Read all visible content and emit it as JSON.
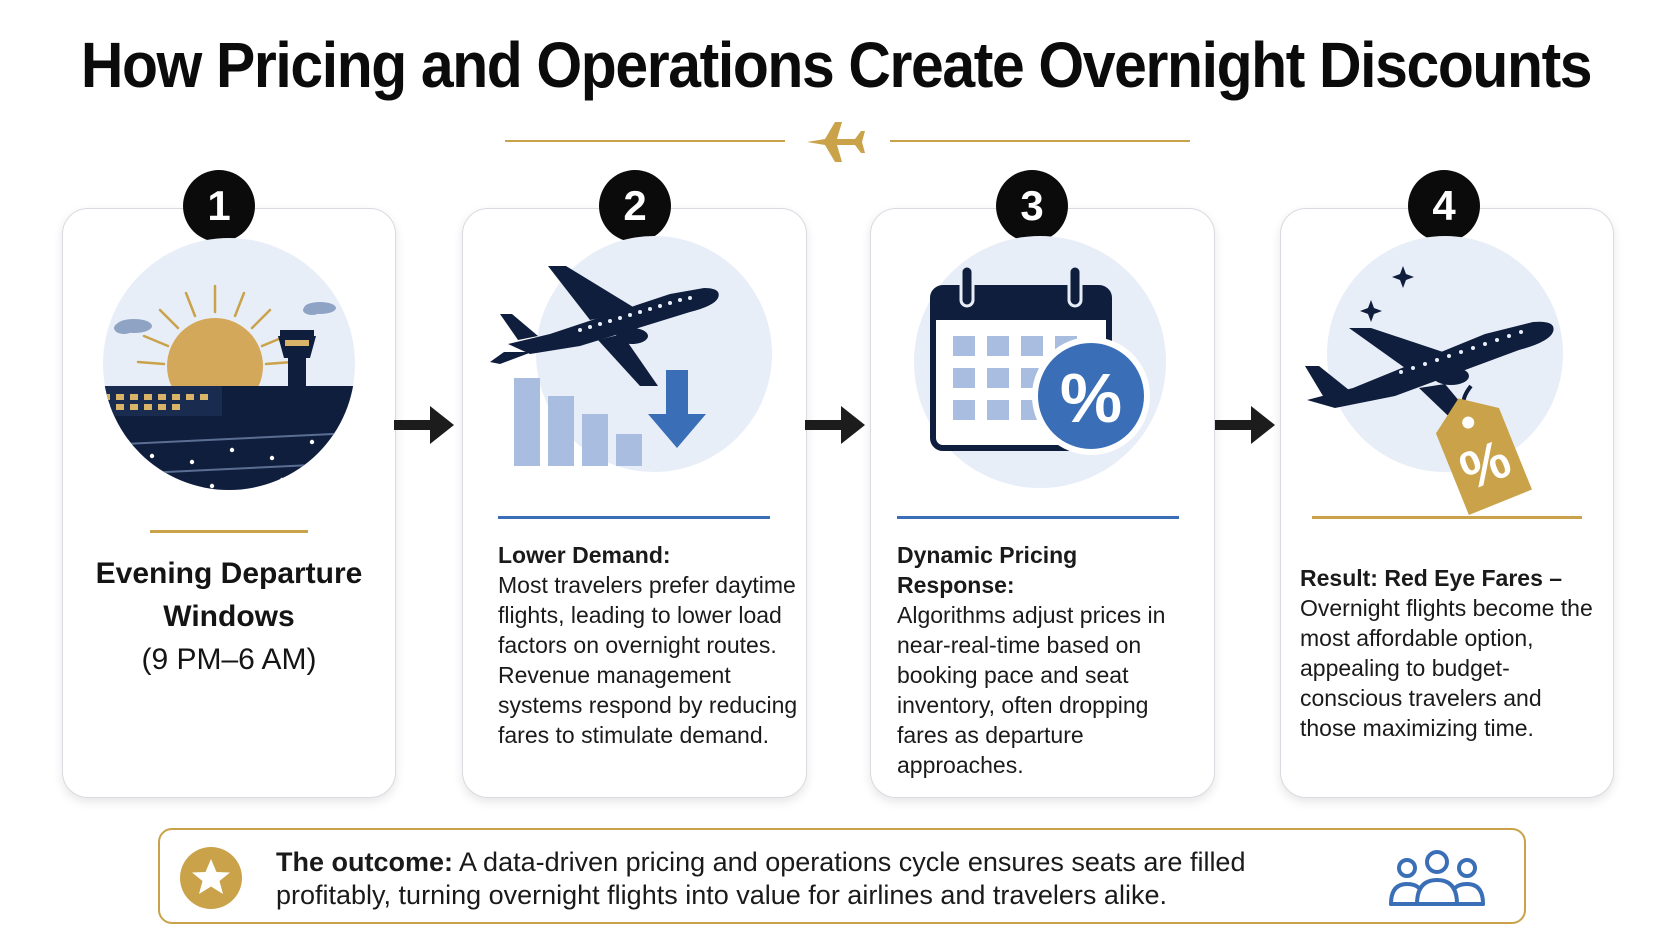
{
  "title": "How Pricing and Operations Create Overnight Discounts",
  "steps": [
    {
      "number": "1",
      "title": "Evening Departure Windows",
      "subtitle": "(9 PM–6 AM)"
    },
    {
      "number": "2",
      "heading": "Lower Demand:",
      "body": "Most travelers prefer daytime flights, leading to lower load factors on overnight routes. Revenue management systems respond by reducing fares to stimulate demand."
    },
    {
      "number": "3",
      "heading": "Dynamic Pricing Response:",
      "body": "Algorithms adjust prices in near-real-time based on booking pace and seat inventory, often dropping fares as departure approaches."
    },
    {
      "number": "4",
      "heading": "Result: Red Eye Fares –",
      "body": "Overnight flights become the most affordable option, appealing to budget-conscious travelers and those maximizing time."
    }
  ],
  "outcome": {
    "label": "The outcome:",
    "text": " A data-driven pricing and operations cycle ensures seats are filled profitably, turning overnight flights into value for airlines and travelers alike."
  },
  "icons": {
    "header": "airplane-icon",
    "step1": "airport-sunset-icon",
    "step2": "airplane-demand-down-icon",
    "step3": "calendar-percent-icon",
    "step4": "night-plane-tag-icon",
    "connector": "arrow-right-icon",
    "outcome": "star-icon",
    "audience": "people-icon"
  },
  "colors": {
    "gold": "#c9a24a",
    "navy": "#0f1e3d",
    "blue": "#3a6fb8",
    "light_blue": "#e8eef8"
  }
}
